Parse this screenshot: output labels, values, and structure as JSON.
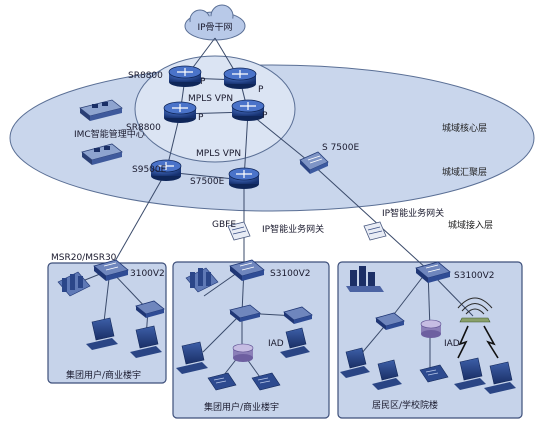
{
  "diagram": {
    "backbone_label": "IP骨干网",
    "core_ring_label": "MPLS VPN",
    "metro_ring_label": "MPLS VPN",
    "router_p_label": "P",
    "devices": {
      "sr8800_top": "SR8800",
      "sr8800_mid": "SR8800",
      "imc": "IMC智能管理中心",
      "s9500e": "S9500E",
      "s7500e_center": "S7500E",
      "s7500e_right": "S 7500E",
      "gbfe": "GBFE",
      "ip_gw_center": "IP智能业务网关",
      "ip_gw_right": "IP智能业务网关",
      "msr": "MSR20/MSR30",
      "s3100_left": "3100V2",
      "s3100_center": "S3100V2",
      "s3100_right": "S3100V2",
      "iad_center": "IAD",
      "iad_right": "IAD"
    },
    "layers": {
      "core": "城域核心层",
      "aggregation": "城域汇聚层",
      "access": "城域接入层"
    },
    "sites": {
      "left": "集团用户/商业楼宇",
      "center": "集团用户/商业楼宇",
      "right": "居民区/学校院楼"
    },
    "colors": {
      "metro_ellipse": "#c9d6ec",
      "core_ellipse": "#dbe4f3",
      "cloud": "#b8c9e8",
      "router": "#1d3f8a",
      "site_box": "#c6d3ea"
    }
  }
}
